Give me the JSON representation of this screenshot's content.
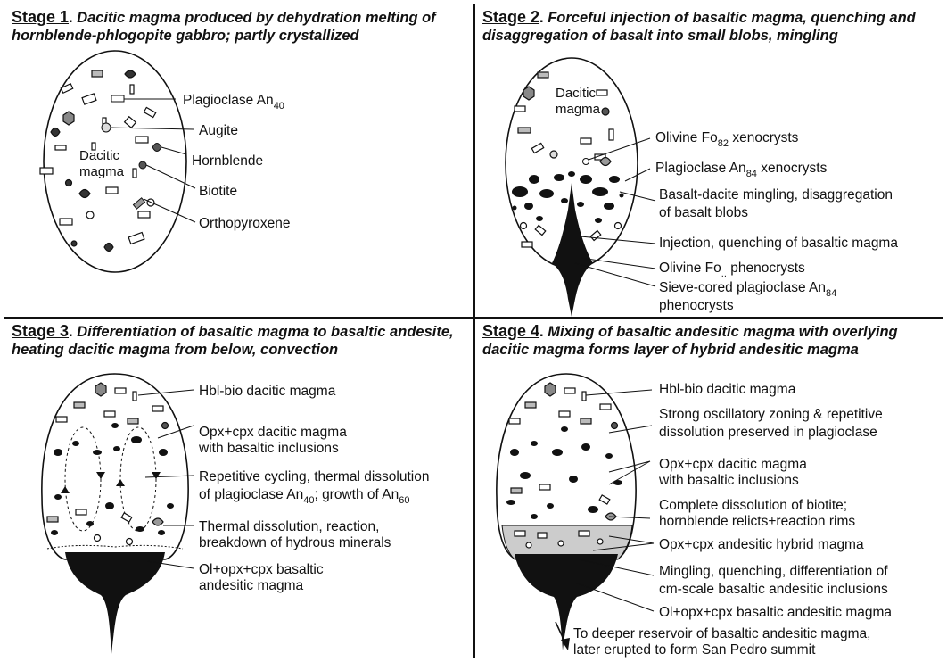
{
  "panels": [
    {
      "stage": "Stage 1",
      "description": "Dacitic magma produced by dehydration melting of hornblende-phlogopite gabbro; partly crystallized",
      "inner": [
        "Dacitic",
        "magma"
      ],
      "labels": [
        {
          "main": "Plagioclase An",
          "sub": "40"
        },
        {
          "main": "Augite"
        },
        {
          "main": "Hornblende"
        },
        {
          "main": "Biotite"
        },
        {
          "main": "Orthopyroxene"
        }
      ]
    },
    {
      "stage": "Stage 2",
      "description": "Forceful injection of basaltic magma, quenching and disaggregation of basalt into small blobs, mingling",
      "inner": [
        "Dacitic",
        "magma"
      ],
      "labels": [
        {
          "main": "Olivine Fo",
          "sub": "82",
          "after": " xenocrysts"
        },
        {
          "main": "Plagioclase An",
          "sub": "84",
          "after": " xenocrysts"
        },
        {
          "main": "Basalt-dacite mingling, disaggregation",
          "line2": "of basalt blobs"
        },
        {
          "main": "Injection, quenching of basaltic magma"
        },
        {
          "main": "Olivine Fo",
          "sub": "..",
          "after": " phenocrysts"
        },
        {
          "main": "Sieve-cored plagioclase An",
          "sub": "84",
          "line2": "phenocrysts"
        }
      ]
    },
    {
      "stage": "Stage 3",
      "description": "Differentiation of basaltic magma to basaltic andesite, heating dacitic magma from below, convection",
      "labels": [
        {
          "main": "Hbl-bio dacitic magma"
        },
        {
          "main": "Opx+cpx dacitic magma",
          "line2": "with basaltic inclusions"
        },
        {
          "main": "Repetitive cycling, thermal dissolution",
          "line2": "of plagioclase An",
          "sub2": "40",
          "after2": "; growth of An",
          "sub3": "60"
        },
        {
          "main": "Thermal dissolution, reaction,",
          "line2": "breakdown of hydrous minerals"
        },
        {
          "main": "Ol+opx+cpx basaltic",
          "line2": "andesitic magma"
        }
      ]
    },
    {
      "stage": "Stage 4",
      "description": "Mixing of basaltic andesitic magma with overlying dacitic magma forms layer of hybrid andesitic magma",
      "labels": [
        {
          "main": "Hbl-bio dacitic magma"
        },
        {
          "main": "Strong oscillatory zoning & repetitive",
          "line2": "dissolution preserved in plagioclase"
        },
        {
          "main": "Opx+cpx dacitic magma",
          "line2": "with basaltic inclusions"
        },
        {
          "main": "Complete dissolution of biotite;",
          "line2": "hornblende relicts+reaction rims"
        },
        {
          "main": "Opx+cpx andesitic hybrid magma"
        },
        {
          "main": "Mingling, quenching, differentiation of",
          "line2": "cm-scale basaltic andesitic inclusions"
        },
        {
          "main": "Ol+opx+cpx basaltic andesitic magma"
        },
        {
          "main": "To deeper reservoir of basaltic andesitic magma,",
          "line2": "later erupted to form San Pedro summit"
        }
      ]
    }
  ]
}
